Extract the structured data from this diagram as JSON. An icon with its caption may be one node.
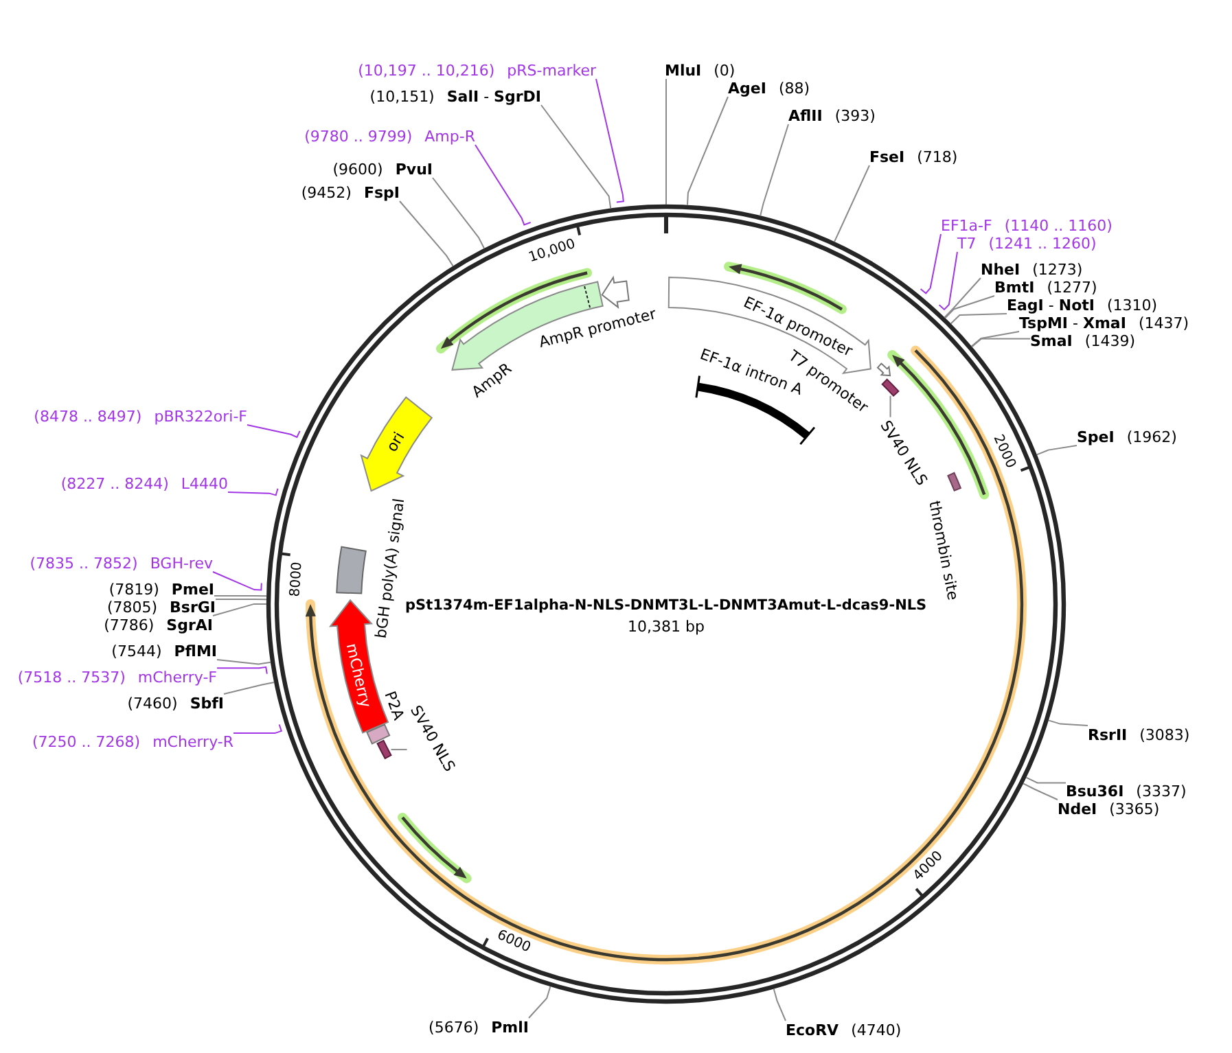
{
  "diagram": {
    "title": "pSt1374m-EF1alpha-N-NLS-DNMT3L-L-DNMT3Amut-L-dcas9-NLS",
    "nodes": [
      {
        "text": [
          "MluI",
          "(0)"
        ]
      },
      {
        "text": [
          "AgeI",
          "(88)"
        ]
      },
      {
        "text": [
          "AflII",
          "(393)"
        ]
      },
      {
        "text": [
          "FseI",
          "(718)"
        ]
      },
      {
        "text": [
          "EF1a-F",
          "(1140 .. 1160)"
        ]
      },
      {
        "text": [
          "T7",
          "(1241 .. 1260)"
        ]
      },
      {
        "text": [
          "NheI",
          "(1273)"
        ]
      },
      {
        "text": [
          "BmtI",
          "(1277)"
        ]
      },
      {
        "text": [
          "**EagI** - **NotI**",
          "(1310)"
        ]
      },
      {
        "text": [
          "**TspMI** - **XmaI**",
          "(1437)"
        ]
      },
      {
        "text": [
          "SmaI",
          "(1439)"
        ]
      },
      {
        "text": [
          "SpeI",
          "(1962)"
        ]
      },
      {
        "text": [
          "RsrII",
          "(3083)"
        ]
      },
      {
        "text": [
          "Bsu36I",
          "(3337)"
        ]
      },
      {
        "text": [
          "NdeI",
          "(3365)"
        ]
      },
      {
        "text": [
          "EcoRV",
          "(4740)"
        ]
      },
      {
        "text": [
          "(5676)",
          "PmlI"
        ]
      },
      {
        "text": [
          "(7250 .. 7268)",
          "mCherry-R"
        ]
      },
      {
        "text": [
          "(7460)",
          "SbfI"
        ]
      },
      {
        "text": [
          "(7518 .. 7537)",
          "mCherry-F"
        ]
      },
      {
        "text": [
          "(7544)",
          "PflMI"
        ]
      },
      {
        "text": [
          "(7786)",
          "SgrAI"
        ]
      },
      {
        "text": [
          "(7805)",
          "BsrGI"
        ]
      },
      {
        "text": [
          "(7819)",
          "PmeI"
        ]
      },
      {
        "text": [
          "(7835 .. 7852)",
          "BGH-rev"
        ]
      },
      {
        "text": [
          "(8227 .. 8244)",
          "L4440"
        ]
      },
      {
        "text": [
          "(8478 .. 8497)",
          "pBR322ori-F"
        ]
      },
      {
        "text": [
          "(9452)",
          "FspI"
        ]
      },
      {
        "text": [
          "(9600)",
          "PvuI"
        ]
      },
      {
        "text": [
          "(9780 .. 9799)",
          "Amp-R"
        ]
      },
      {
        "text": [
          "(10,151)",
          "**SalI** - **SgrDI**"
        ]
      },
      {
        "text": [
          "(10,197 .. 10,216)",
          "pRS-marker"
        ]
      },
      {
        "text": [
          "EF-1α promoter"
        ]
      },
      {
        "text": [],
        "shape": "arrow"
      },
      {
        "text": [],
        "shape": "box"
      },
      {
        "text": [
          "SV40 NLS"
        ]
      },
      {
        "text": [],
        "shape": "box",
        "beside": [
          "thrombin site"
        ]
      },
      {
        "text": [],
        "shape": "bar",
        "beside": [
          "EF-1α intron A"
        ]
      },
      {
        "text": [],
        "shape": "arrow",
        "beside": [
          "AmpR promoter"
        ]
      },
      {
        "text": [],
        "shape": "arrow",
        "beside": [
          "AmpR"
        ]
      },
      {
        "text": [
          "ori"
        ]
      },
      {
        "text": [],
        "shape": "box",
        "beside": [
          "bGH poly(A) signal"
        ]
      },
      {
        "text": [
          "mCherry"
        ]
      },
      {
        "text": [],
        "shape": "box",
        "beside": [
          "P2A"
        ]
      },
      {
        "text": [],
        "shape": "box"
      },
      {
        "text": [
          "SV40 NLS"
        ]
      }
    ],
    "edges": [
      {
        "from": 0,
        "to": null,
        "arrow": "none"
      },
      {
        "from": 1,
        "to": null,
        "arrow": "none"
      },
      {
        "from": 2,
        "to": null,
        "arrow": "none"
      },
      {
        "from": 3,
        "to": null,
        "arrow": "none"
      },
      {
        "from": 4,
        "to": null,
        "arrow": "none",
        "color": "#a236e6"
      },
      {
        "from": 5,
        "to": null,
        "arrow": "none",
        "color": "#a236e6"
      },
      {
        "from": 6,
        "to": null,
        "arrow": "none"
      },
      {
        "from": 7,
        "to": null,
        "arrow": "none"
      },
      {
        "from": 8,
        "to": null,
        "arrow": "none"
      },
      {
        "from": 9,
        "to": null,
        "arrow": "none"
      },
      {
        "from": 10,
        "to": null,
        "arrow": "none"
      },
      {
        "from": 11,
        "to": null,
        "arrow": "none"
      },
      {
        "from": 12,
        "to": null,
        "arrow": "none"
      },
      {
        "from": 13,
        "to": null,
        "arrow": "none"
      },
      {
        "from": 14,
        "to": null,
        "arrow": "none"
      },
      {
        "from": 15,
        "to": null,
        "arrow": "none"
      },
      {
        "from": 16,
        "to": null,
        "arrow": "none"
      },
      {
        "from": 17,
        "to": null,
        "arrow": "none",
        "color": "#a236e6"
      },
      {
        "from": 18,
        "to": null,
        "arrow": "none"
      },
      {
        "from": 19,
        "to": null,
        "arrow": "none",
        "color": "#a236e6"
      },
      {
        "from": 20,
        "to": null,
        "arrow": "none"
      },
      {
        "from": 21,
        "to": null,
        "arrow": "none"
      },
      {
        "from": 22,
        "to": null,
        "arrow": "none"
      },
      {
        "from": 23,
        "to": null,
        "arrow": "none"
      },
      {
        "from": 24,
        "to": null,
        "arrow": "none",
        "color": "#a236e6"
      },
      {
        "from": 25,
        "to": null,
        "arrow": "none",
        "color": "#a236e6"
      },
      {
        "from": 26,
        "to": null,
        "arrow": "none",
        "color": "#a236e6"
      },
      {
        "from": 27,
        "to": null,
        "arrow": "none"
      },
      {
        "from": 28,
        "to": null,
        "arrow": "none"
      },
      {
        "from": 29,
        "to": null,
        "arrow": "none",
        "color": "#a236e6"
      },
      {
        "from": 30,
        "to": null,
        "arrow": "none"
      },
      {
        "from": 31,
        "to": null,
        "arrow": "none",
        "color": "#a236e6"
      },
      {
        "from": 35,
        "to": 34,
        "arrow": "none"
      },
      {
        "from": 45,
        "to": 44,
        "arrow": "none"
      }
    ],
    "labels": [
      "10,381 bp",
      "2000",
      "4000",
      "6000",
      "8000",
      "10,000",
      "T7 promoter"
    ]
  }
}
